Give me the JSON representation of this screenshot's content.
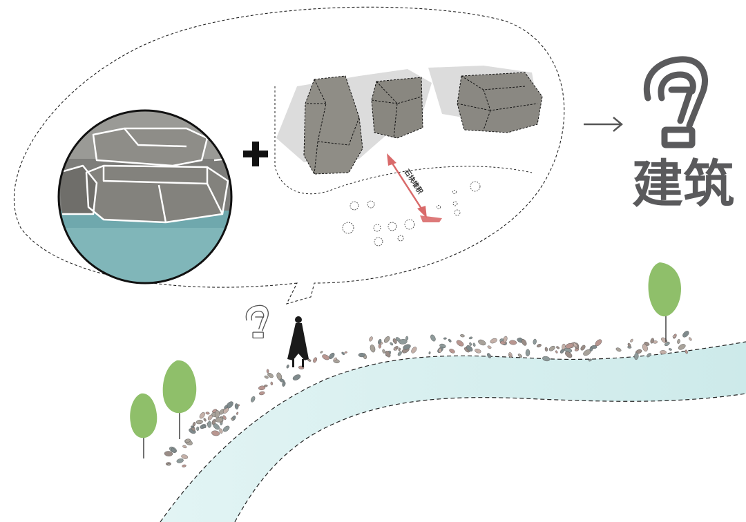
{
  "title": "建筑",
  "annotation": "石块堆积",
  "colors": {
    "water": "#d4eeee",
    "water_deep": "#5e9ea4",
    "tree": "#8fbf6a",
    "arrow_red": "#d96a6a",
    "logo_gray": "#5a5a5c",
    "shadow": "#dcdcdc",
    "rock": "#8c8a84"
  },
  "icons": [
    "logo-icon",
    "plus-icon",
    "arrow-right-icon",
    "tree-icon",
    "person-figure"
  ]
}
